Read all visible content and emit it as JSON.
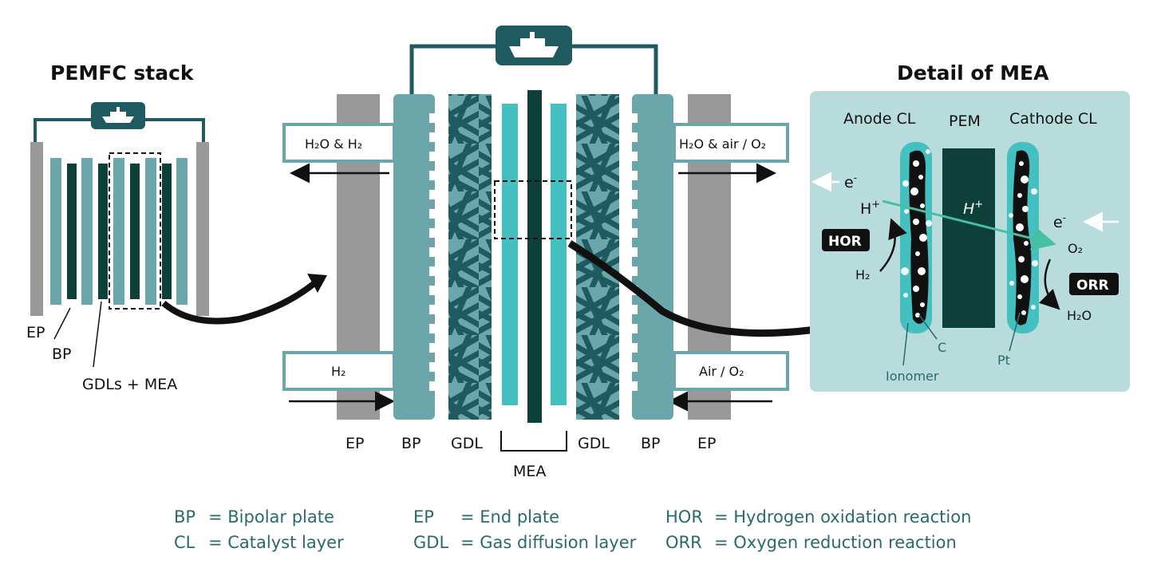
{
  "titles": {
    "stack": "PEMFC stack",
    "detail": "Detail of MEA"
  },
  "stack_labels": {
    "ep": "EP",
    "bp": "BP",
    "gdls_mea": "GDLs + MEA"
  },
  "cell_labels": {
    "ep_left": "EP",
    "bp_left": "BP",
    "gdl_left": "GDL",
    "mea": "MEA",
    "gdl_right": "GDL",
    "bp_right": "BP",
    "ep_right": "EP"
  },
  "flows": {
    "anode_out": "H₂O & H₂",
    "anode_in": "H₂",
    "cathode_out": "H₂O & air / O₂",
    "cathode_in": "Air / O₂"
  },
  "mea_detail": {
    "anode_cl": "Anode CL",
    "pem": "PEM",
    "cathode_cl": "Cathode CL",
    "electron_left": "e",
    "electron_right": "e",
    "electron_sup": "-",
    "proton": "H",
    "proton_sup": "+",
    "proton_mid": "H",
    "proton_mid_sup": "+",
    "hor_badge": "HOR",
    "orr_badge": "ORR",
    "h2": "H₂",
    "o2": "O₂",
    "h2o": "H₂O",
    "carbon": "C",
    "platinum": "Pt",
    "ionomer": "Ionomer"
  },
  "legend": [
    {
      "abbr": "BP",
      "eq": "= Bipolar plate"
    },
    {
      "abbr": "CL",
      "eq": "= Catalyst layer"
    },
    {
      "abbr": "EP",
      "eq": "= End plate"
    },
    {
      "abbr": "GDL",
      "eq": "= Gas diffusion layer"
    },
    {
      "abbr": "HOR",
      "eq": "= Hydrogen oxidation reaction"
    },
    {
      "abbr": "ORR",
      "eq": "= Oxygen reduction reaction"
    }
  ],
  "icons": {
    "load": "ship-icon"
  },
  "colors": {
    "dark_teal": "#1f5a60",
    "bp_teal": "#6ba6aa",
    "catalyst_cyan": "#45c0c0",
    "membrane": "#0d4038",
    "ep_gray": "#999999",
    "detail_bg": "#b8dcdc",
    "legend_text": "#2a6a6a"
  }
}
